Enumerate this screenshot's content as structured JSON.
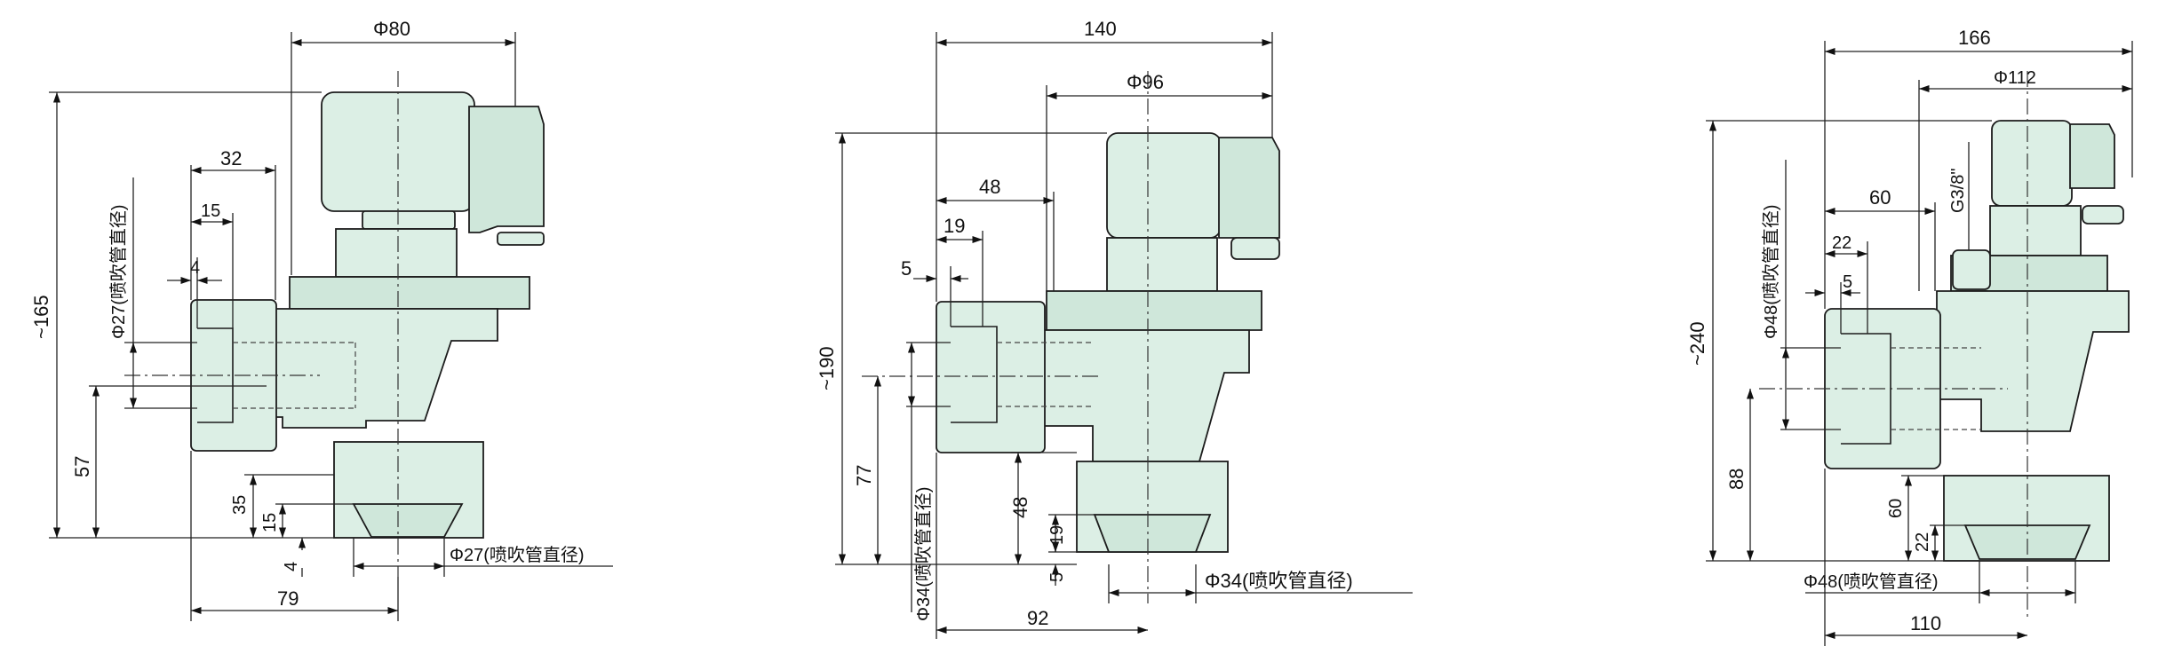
{
  "colors": {
    "body": "#dcefe5",
    "body_dark": "#cfe7da",
    "line": "#1c1c1c",
    "background": "#ffffff"
  },
  "views": [
    {
      "id": "view-1",
      "dims": {
        "width_coil": "Φ80",
        "height_total": "~165",
        "inlet_offset": "32",
        "d15_top": "15",
        "d4_top": "4",
        "inlet_diameter": "Φ27(喷吹管直径)",
        "h57": "57",
        "h35": "35",
        "h15_bottom": "15",
        "h4_bottom": "4",
        "outlet_diameter": "Φ27(喷吹管直径)",
        "w79": "79"
      }
    },
    {
      "id": "view-2",
      "dims": {
        "width_total": "140",
        "width_coil": "Φ96",
        "offset48": "48",
        "offset19": "19",
        "offset5": "5",
        "height_total": "~190",
        "h77": "77",
        "inlet_diameter": "Φ34(喷吹管直径)",
        "h48": "48",
        "h19": "19",
        "h5": "5",
        "outlet_diameter": "Φ34(喷吹管直径)",
        "w92": "92"
      }
    },
    {
      "id": "view-3",
      "dims": {
        "width_total": "166",
        "width_coil": "Φ112",
        "offset60": "60",
        "port_g": "G3/8\"",
        "offset22": "22",
        "offset5": "5",
        "height_total": "~240",
        "inlet_diameter": "Φ48(喷吹管直径)",
        "h88": "88",
        "h60": "60",
        "h22": "22",
        "outlet_diameter": "Φ48(喷吹管直径)",
        "w110": "110"
      }
    }
  ]
}
